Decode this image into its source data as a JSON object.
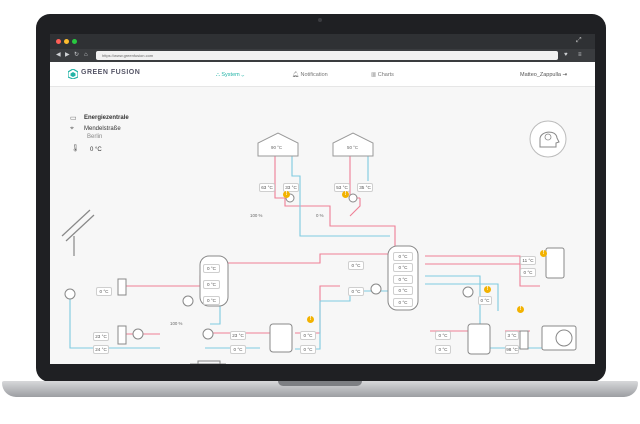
{
  "browser": {
    "url": "https://www.greenfusion.com",
    "colors": {
      "close": "#ff5f57",
      "minimize": "#febc2e",
      "maximize": "#28c840"
    }
  },
  "header": {
    "brand": "GREEN FUSION",
    "nav": [
      {
        "label": "System",
        "active": true
      },
      {
        "label": "Notification",
        "active": false
      },
      {
        "label": "Charts",
        "active": false
      }
    ],
    "user": "Matteo_Zappulla"
  },
  "location": {
    "name": "Energiezentrale",
    "street": "Mendelstraße",
    "city": "Berlin",
    "temperature": "0 °C"
  },
  "diagram": {
    "building_left_temp": "90 °C",
    "building_right_temp": "50 °C",
    "buffer_tank_temps": [
      "0 °C",
      "0 °C",
      "0 °C"
    ],
    "main_tank_temps": [
      "0 °C",
      "0 °C",
      "0 °C",
      "0 °C",
      "0 °C"
    ],
    "labels": {
      "b1_flow": "63 °C",
      "b1_return": "33 °C",
      "b2_flow": "53 °C",
      "b2_return": "35 °C",
      "valve1_pct": "100 %",
      "valve2_pct": "0 %",
      "top_mix1": "0 °C",
      "top_mix2": "0 °C",
      "solar_temp": "0 °C",
      "hp_flow": "23 °C",
      "hp_return": "24 °C",
      "mid_valve_pct": "100 %",
      "pump_out": "23 °C",
      "exch_out": "0 °C",
      "exch_ret": "0 °C",
      "exch_top": "0 °C",
      "boiler_flow": "11 °C",
      "boiler_return": "0 °C",
      "right_mid": "0 °C",
      "heatpump_flow": "0 °C",
      "heatpump_return": "0 °C",
      "hp_ret2": "3 °C",
      "hp_low": "98 °C"
    },
    "colors": {
      "hot": "#ef7f96",
      "cold": "#7fcbe0",
      "accent": "#21b3a6",
      "badge": "#f2b200"
    }
  }
}
